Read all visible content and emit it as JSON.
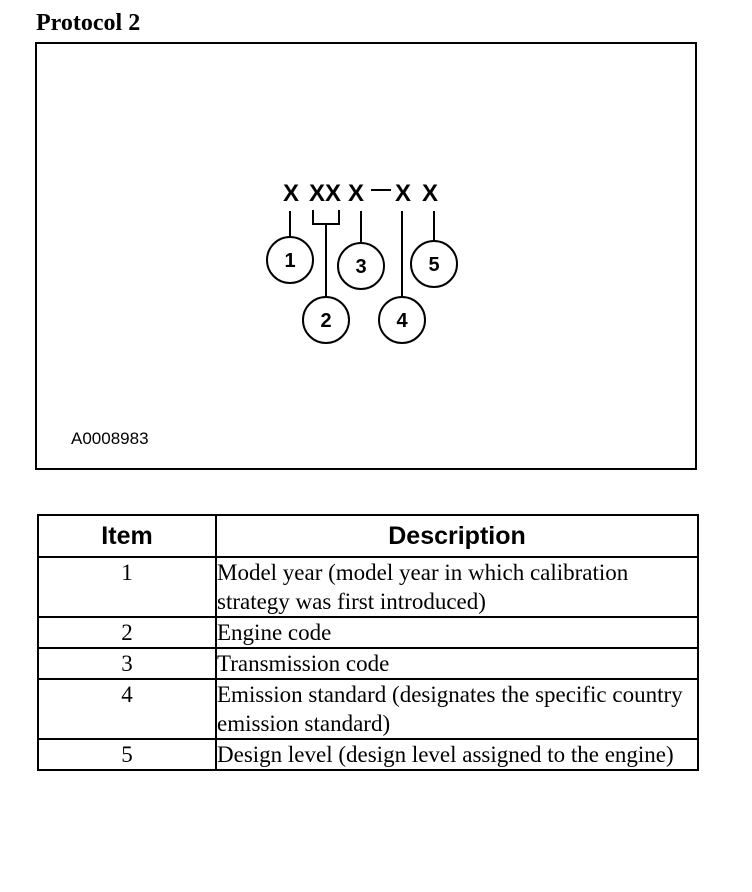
{
  "title": "Protocol 2",
  "figure": {
    "code": {
      "x1": "X",
      "x2": "XX",
      "x3": "X",
      "dash": "—",
      "x4": "X",
      "x5": "X"
    },
    "callouts": [
      "1",
      "2",
      "3",
      "4",
      "5"
    ],
    "id": "A0008983"
  },
  "table": {
    "headers": {
      "item": "Item",
      "description": "Description"
    },
    "rows": [
      {
        "item": "1",
        "description": "Model year (model year in which calibration strategy was first introduced)"
      },
      {
        "item": "2",
        "description": "Engine code"
      },
      {
        "item": "3",
        "description": "Transmission code"
      },
      {
        "item": "4",
        "description": "Emission standard (designates the specific country emission standard)"
      },
      {
        "item": "5",
        "description": "Design level (design level assigned to the engine)"
      }
    ]
  }
}
